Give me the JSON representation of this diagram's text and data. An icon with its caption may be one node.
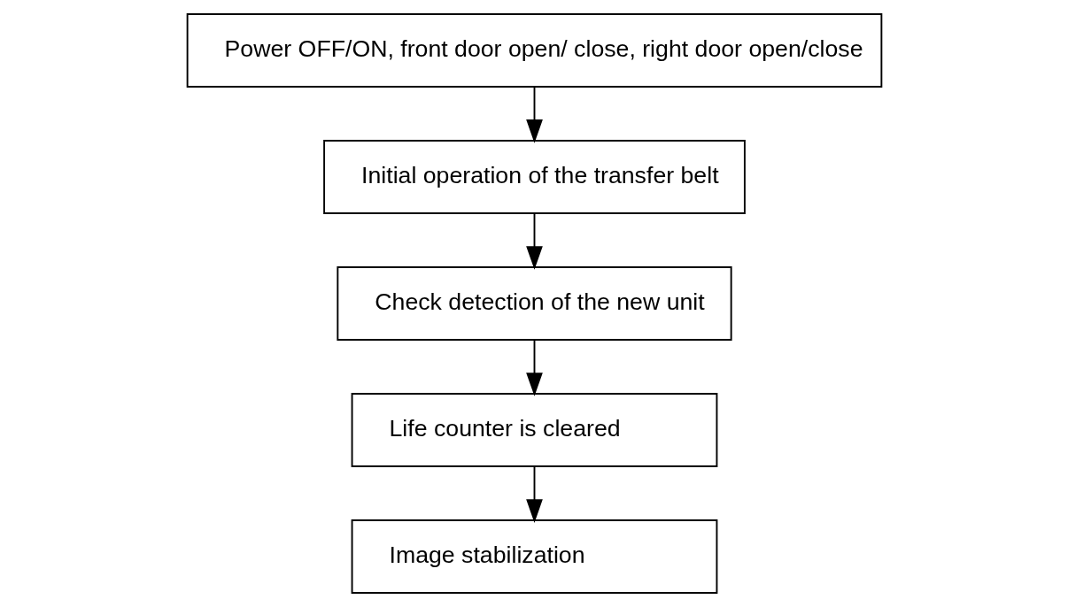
{
  "diagram": {
    "nodes": [
      {
        "text": [
          "Power OFF/ON, front door open/ close, right door open/close"
        ]
      },
      {
        "text": [
          "Initial operation of the transfer belt"
        ]
      },
      {
        "text": [
          "Check detection of the new unit"
        ]
      },
      {
        "text": [
          "Life counter is cleared"
        ]
      },
      {
        "text": [
          "Image stabilization"
        ]
      }
    ],
    "edges": [
      {
        "from": 0,
        "to": 1,
        "arrow": "to"
      },
      {
        "from": 1,
        "to": 2,
        "arrow": "to"
      },
      {
        "from": 2,
        "to": 3,
        "arrow": "to"
      },
      {
        "from": 3,
        "to": 4,
        "arrow": "to"
      }
    ]
  }
}
